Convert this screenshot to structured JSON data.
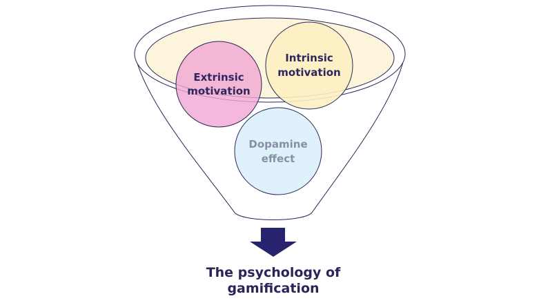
{
  "diagram": {
    "circles": {
      "extrinsic": {
        "line1": "Extrinsic",
        "line2": "motivation",
        "fill": "#f0a6d2",
        "text_color": "#2f2660"
      },
      "intrinsic": {
        "line1": "Intrinsic",
        "line2": "motivation",
        "fill": "#fdf0c2",
        "text_color": "#2f2660"
      },
      "dopamine": {
        "line1": "Dopamine",
        "line2": "effect",
        "fill": "#dff2fc",
        "text_color": "#8a8fa8"
      }
    },
    "title": {
      "line1": "The psychology of",
      "line2": "gamification",
      "color": "#2a2458"
    },
    "colors": {
      "funnel_outline": "#2a2458",
      "rim_fill": "#fdf4dc",
      "arrow": "#27236e"
    }
  }
}
